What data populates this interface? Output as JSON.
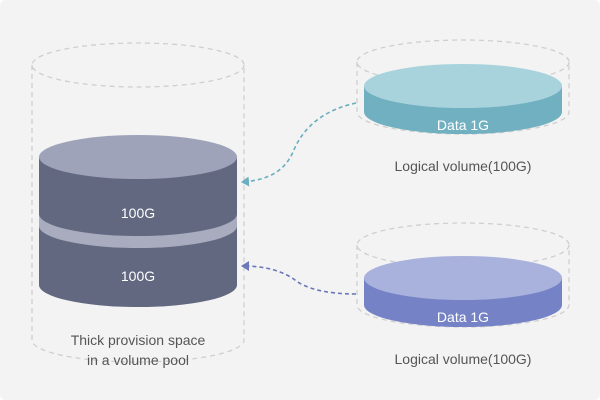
{
  "colors": {
    "background": "#f3f3f3",
    "outline_dashed": "#cfcfcf",
    "pool_top": "#9ea3b9",
    "pool_body": "#626880",
    "pool_divider_top": "#b2b6c6",
    "pool_divider_band": "#a8acbe",
    "teal_top": "#a8d3dc",
    "teal_body": "#70b0c0",
    "teal_arrow": "#6aaec0",
    "blue_top": "#a9b1dd",
    "blue_body": "#7682c6",
    "blue_arrow": "#6a78b8",
    "caption_text": "#555555",
    "inner_text": "#ffffff"
  },
  "pool": {
    "upper_label": "100G",
    "lower_label": "100G",
    "caption_line1": "Thick provision space",
    "caption_line2": "in a volume pool"
  },
  "volumes": [
    {
      "data_label": "Data 1G",
      "caption": "Logical volume(100G)"
    },
    {
      "data_label": "Data 1G",
      "caption": "Logical volume(100G)"
    }
  ]
}
